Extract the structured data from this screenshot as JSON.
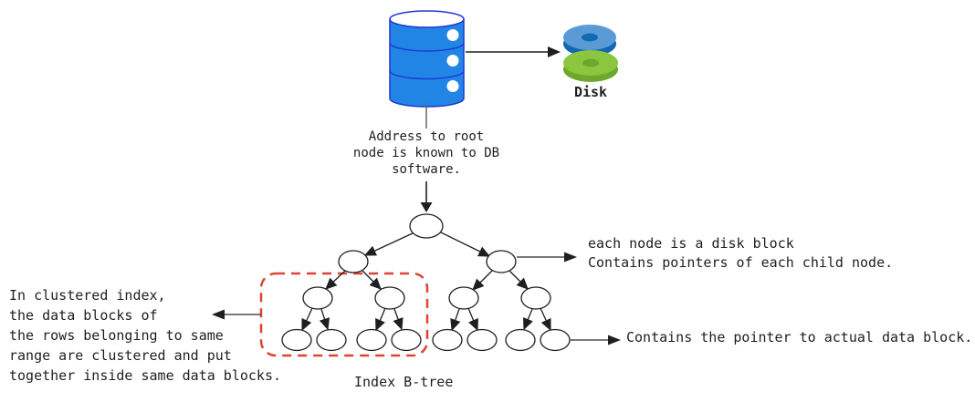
{
  "diagram": {
    "caption": "Index B-tree",
    "disk_label": "Disk",
    "annotations": {
      "address": "Address to root\nnode is known to DB\nsoftware.",
      "node_block": "each node is a disk block\nContains pointers of each child node.",
      "leaf_pointer": "Contains the pointer to actual data block.",
      "clustered": "In clustered index,\nthe data blocks of\nthe rows belonging to same\nrange are clustered and put\ntogether inside same data blocks."
    },
    "icons": {
      "database": "database-cylinder-icon",
      "disk": "disk-platters-icon"
    },
    "tree": {
      "type": "b-tree",
      "levels": 4,
      "nodes_per_level": [
        1,
        2,
        4,
        8
      ],
      "clustered_leaves_highlighted": 4
    },
    "colors": {
      "db_fill": "#2185E6",
      "db_outline": "#2136D3",
      "disk_blue_top": "#5B9BD5",
      "disk_blue_side": "#1268B1",
      "disk_green_top": "#8CC63F",
      "disk_green_side": "#6BA82C",
      "highlight_red": "#DC4437",
      "line": "#1F1F1F",
      "arrow_gray": "#4D4D4D"
    }
  }
}
